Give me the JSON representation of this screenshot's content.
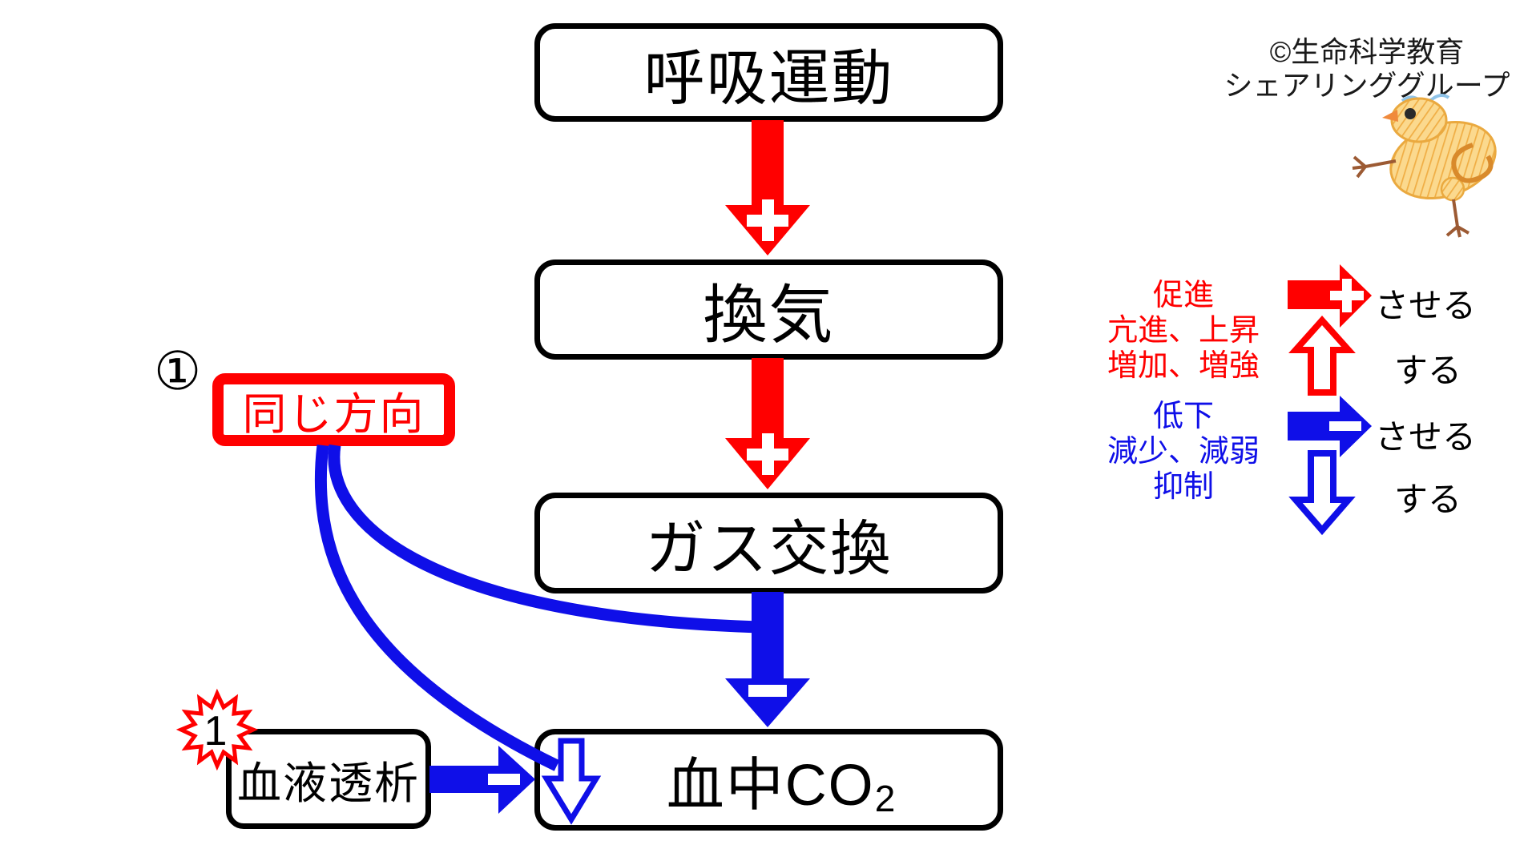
{
  "colors": {
    "red": "#ff0000",
    "blue": "#0f0fe8",
    "ink": "#000000",
    "paper": "#ffffff"
  },
  "credit": {
    "line1": "©生命科学教育",
    "line2": "シェアリンググループ"
  },
  "flow": {
    "breathing": "呼吸運動",
    "ventilation": "換気",
    "gas_exchange": "ガス交換",
    "blood_co2_base": "血中CO",
    "blood_co2_sub": "2"
  },
  "annotations": {
    "number_circled": "①",
    "same_direction": "同じ方向",
    "hemodialysis": "血液透析",
    "starburst_number": "1"
  },
  "legend": {
    "increase": {
      "lines": [
        "促進",
        "亢進、上昇",
        "増加、増強"
      ],
      "solid_arrow_label": "させる",
      "outline_arrow_label": "する"
    },
    "decrease": {
      "lines": [
        "低下",
        "減少、減弱",
        "抑制"
      ],
      "solid_arrow_label": "させる",
      "outline_arrow_label": "する"
    }
  },
  "symbols": {
    "plus_icon": "＋",
    "minus_icon": "－"
  }
}
